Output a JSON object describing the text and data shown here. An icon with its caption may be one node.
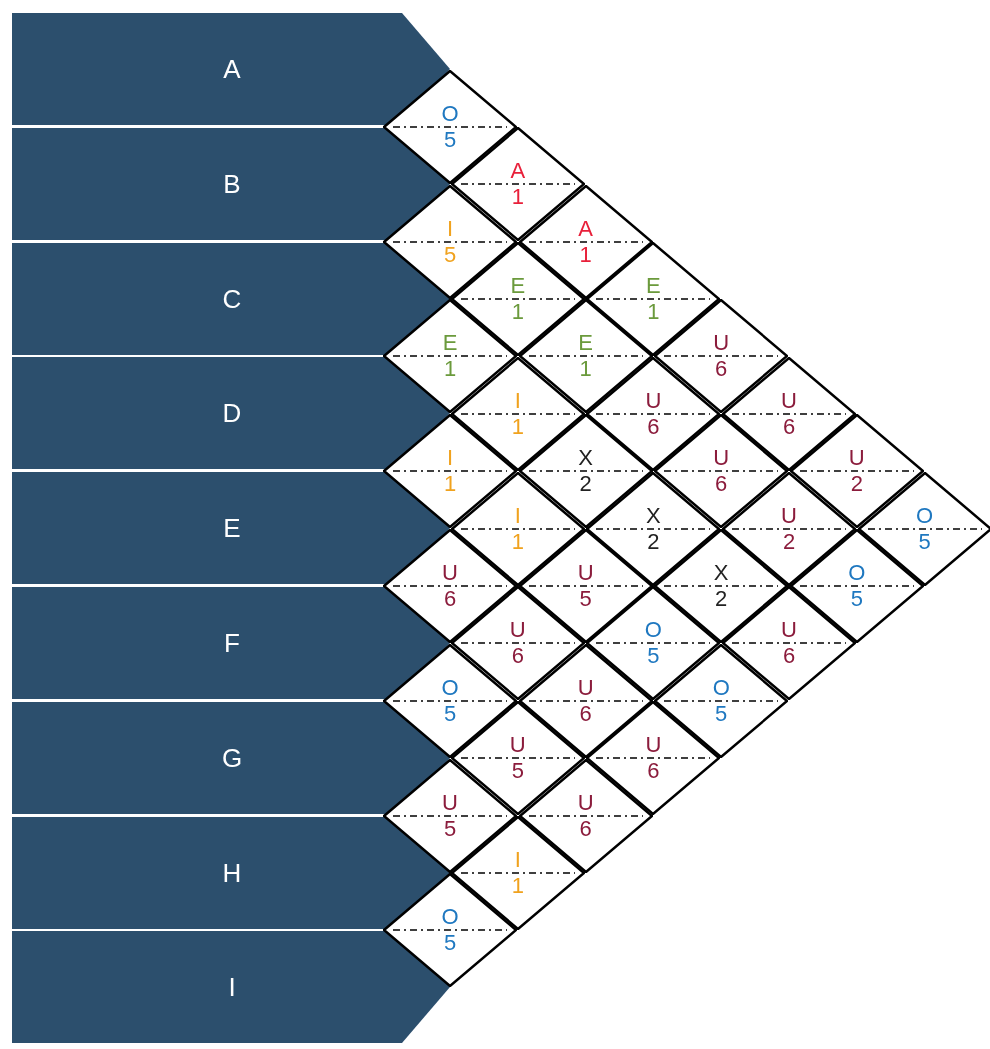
{
  "diagram": {
    "nodes": [
      {
        "text": [
          "A"
        ]
      },
      {
        "text": [
          "B"
        ]
      },
      {
        "text": [
          "C"
        ]
      },
      {
        "text": [
          "D"
        ]
      },
      {
        "text": [
          "E"
        ]
      },
      {
        "text": [
          "F"
        ]
      },
      {
        "text": [
          "G"
        ]
      },
      {
        "text": [
          "H"
        ]
      },
      {
        "text": [
          "I"
        ]
      },
      {
        "text": [
          "O",
          "5"
        ]
      },
      {
        "text": [
          "A",
          "1"
        ]
      },
      {
        "text": [
          "I",
          "5"
        ]
      },
      {
        "text": [
          "A",
          "1"
        ]
      },
      {
        "text": [
          "E",
          "1"
        ]
      },
      {
        "text": [
          "E",
          "1"
        ]
      },
      {
        "text": [
          "E",
          "1"
        ]
      },
      {
        "text": [
          "E",
          "1"
        ]
      },
      {
        "text": [
          "U",
          "6"
        ]
      },
      {
        "text": [
          "I",
          "1"
        ]
      },
      {
        "text": [
          "U",
          "6"
        ]
      },
      {
        "text": [
          "U",
          "6"
        ]
      },
      {
        "text": [
          "I",
          "1"
        ]
      },
      {
        "text": [
          "X",
          "2"
        ]
      },
      {
        "text": [
          "U",
          "6"
        ]
      },
      {
        "text": [
          "U",
          "2"
        ]
      },
      {
        "text": [
          "I",
          "1"
        ]
      },
      {
        "text": [
          "X",
          "2"
        ]
      },
      {
        "text": [
          "U",
          "2"
        ]
      },
      {
        "text": [
          "O",
          "5"
        ]
      },
      {
        "text": [
          "U",
          "6"
        ]
      },
      {
        "text": [
          "U",
          "5"
        ]
      },
      {
        "text": [
          "X",
          "2"
        ]
      },
      {
        "text": [
          "O",
          "5"
        ]
      },
      {
        "text": [
          "U",
          "6"
        ]
      },
      {
        "text": [
          "O",
          "5"
        ]
      },
      {
        "text": [
          "U",
          "6"
        ]
      },
      {
        "text": [
          "O",
          "5"
        ]
      },
      {
        "text": [
          "U",
          "6"
        ]
      },
      {
        "text": [
          "O",
          "5"
        ]
      },
      {
        "text": [
          "U",
          "5"
        ]
      },
      {
        "text": [
          "U",
          "6"
        ]
      },
      {
        "text": [
          "U",
          "5"
        ]
      },
      {
        "text": [
          "U",
          "6"
        ]
      },
      {
        "text": [
          "I",
          "1"
        ]
      },
      {
        "text": [
          "O",
          "5"
        ]
      }
    ]
  }
}
